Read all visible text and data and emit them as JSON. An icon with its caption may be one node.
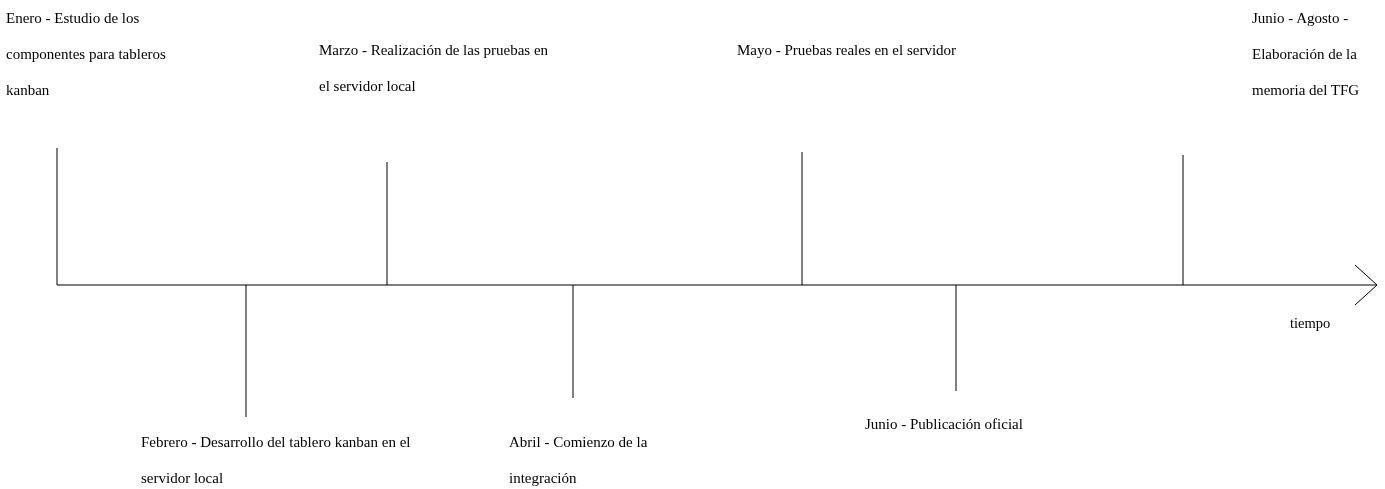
{
  "diagram": {
    "nodes": [
      {
        "text": [
          "Enero - Estudio de los componentes para tableros kanban"
        ]
      },
      {
        "text": [
          "Febrero - Desarrollo del tablero kanban en el servidor local"
        ]
      },
      {
        "text": [
          "Marzo - Realización de las pruebas en el servidor local"
        ]
      },
      {
        "text": [
          "Abril - Comienzo de la integración"
        ]
      },
      {
        "text": [
          "Mayo - Pruebas reales en el servidor"
        ]
      },
      {
        "text": [
          "Junio - Publicación oficial"
        ]
      },
      {
        "text": [
          "Junio - Agosto - Elaboración de la memoria del TFG"
        ]
      }
    ],
    "labels": [
      "tiempo"
    ]
  }
}
